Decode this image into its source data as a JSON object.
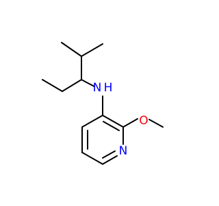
{
  "molecule": {
    "atoms": [
      {
        "id": "nh",
        "symbol": "N",
        "hydrogens": "H",
        "color": "#0000ff"
      },
      {
        "id": "n_ring",
        "symbol": "N",
        "hydrogens": "",
        "color": "#0000ff"
      },
      {
        "id": "o",
        "symbol": "O",
        "hydrogens": "",
        "color": "#ff0000"
      }
    ],
    "bond_color": "#000000"
  }
}
